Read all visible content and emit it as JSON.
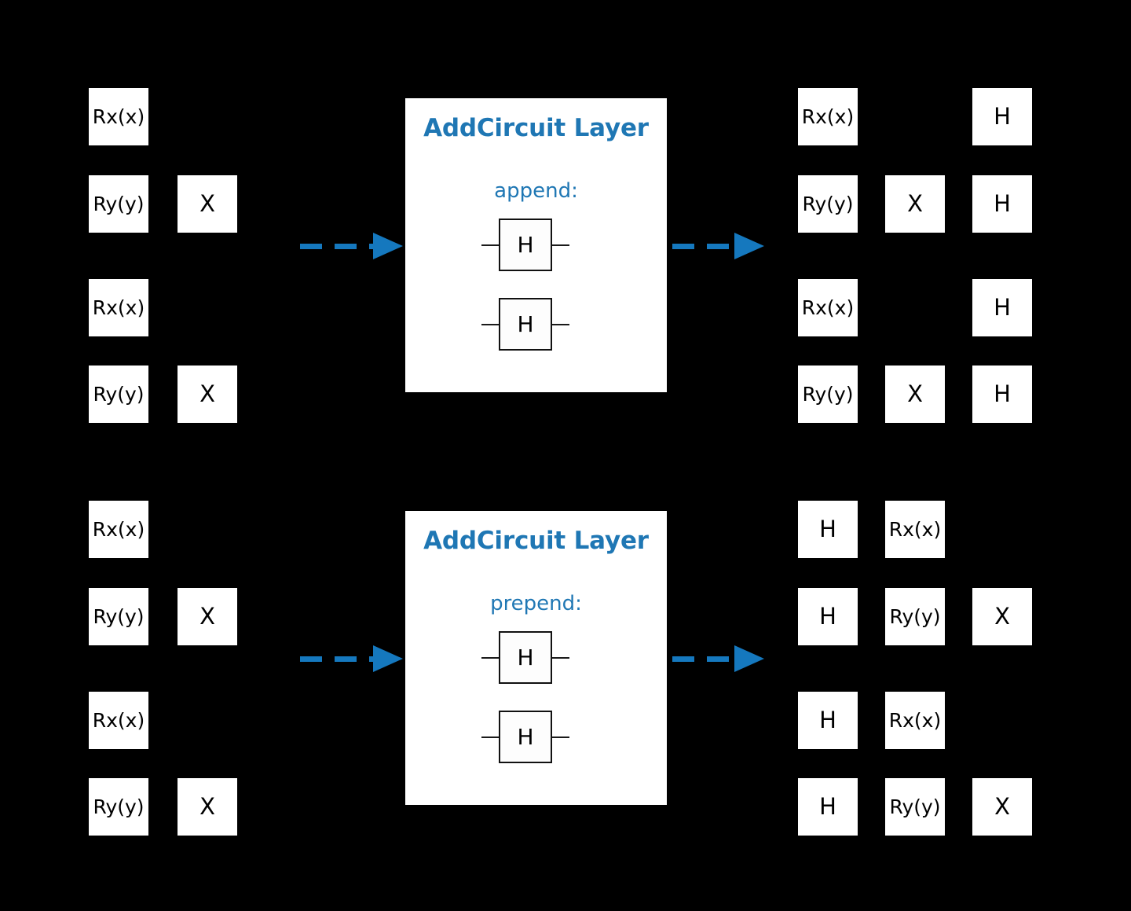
{
  "figure": {
    "background_color": "#000000",
    "accent_color": "#1f77b4",
    "arrow_color": "#1578be",
    "gate_fill": "#ffffff",
    "gate_text_color": "#000000"
  },
  "rows": [
    {
      "id": "append-row",
      "input_circuit": {
        "name": "input-circuit",
        "qubits": 4,
        "columns": [
          [
            "Rx(x)",
            "Ry(y)",
            "Rx(x)",
            "Ry(y)"
          ],
          [
            "",
            "X",
            "",
            "X"
          ]
        ]
      },
      "arrow_in": {
        "name": "arrow-into-layer",
        "icon": "dashed-arrow-right-icon"
      },
      "panel": {
        "title": "AddCircuit Layer",
        "mode_label": "append:",
        "gates": [
          "H",
          "H"
        ]
      },
      "arrow_out": {
        "name": "arrow-out-of-layer",
        "icon": "dashed-arrow-right-icon"
      },
      "output_circuit": {
        "name": "output-circuit",
        "qubits": 4,
        "columns": [
          [
            "Rx(x)",
            "Ry(y)",
            "Rx(x)",
            "Ry(y)"
          ],
          [
            "",
            "X",
            "",
            "X"
          ],
          [
            "H",
            "H",
            "H",
            "H"
          ]
        ]
      }
    },
    {
      "id": "prepend-row",
      "input_circuit": {
        "name": "input-circuit",
        "qubits": 4,
        "columns": [
          [
            "Rx(x)",
            "Ry(y)",
            "Rx(x)",
            "Ry(y)"
          ],
          [
            "",
            "X",
            "",
            "X"
          ]
        ]
      },
      "arrow_in": {
        "name": "arrow-into-layer",
        "icon": "dashed-arrow-right-icon"
      },
      "panel": {
        "title": "AddCircuit Layer",
        "mode_label": "prepend:",
        "gates": [
          "H",
          "H"
        ]
      },
      "arrow_out": {
        "name": "arrow-out-of-layer",
        "icon": "dashed-arrow-right-icon"
      },
      "output_circuit": {
        "name": "output-circuit",
        "qubits": 4,
        "columns": [
          [
            "H",
            "H",
            "H",
            "H"
          ],
          [
            "Rx(x)",
            "Ry(y)",
            "Rx(x)",
            "Ry(y)"
          ],
          [
            "",
            "X",
            "",
            "X"
          ]
        ]
      }
    }
  ]
}
